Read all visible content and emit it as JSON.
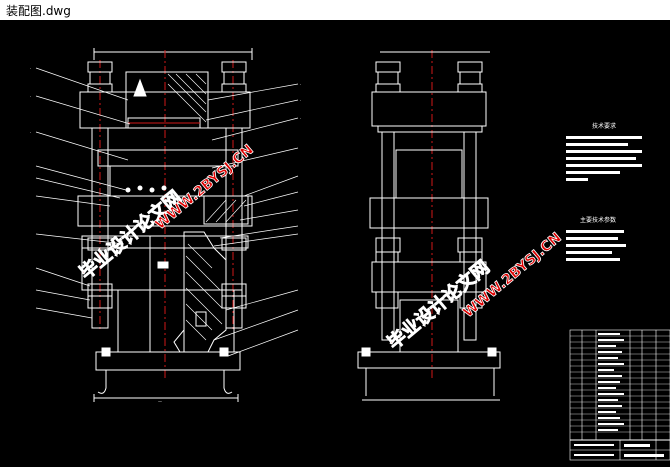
{
  "window": {
    "title": "装配图.dwg"
  },
  "drawing": {
    "tech_requirements_title": "技术要求",
    "main_params_title": "主要技术参数",
    "watermarks": [
      "毕业设计论文网",
      "WWW.2BYSJ.CN"
    ]
  },
  "colors": {
    "background": "#000000",
    "lines": "#ffffff",
    "centerline": "#d01818",
    "hatch": "#ffffff",
    "watermark_red": "#e00000",
    "titlebar": "#ffffff"
  }
}
